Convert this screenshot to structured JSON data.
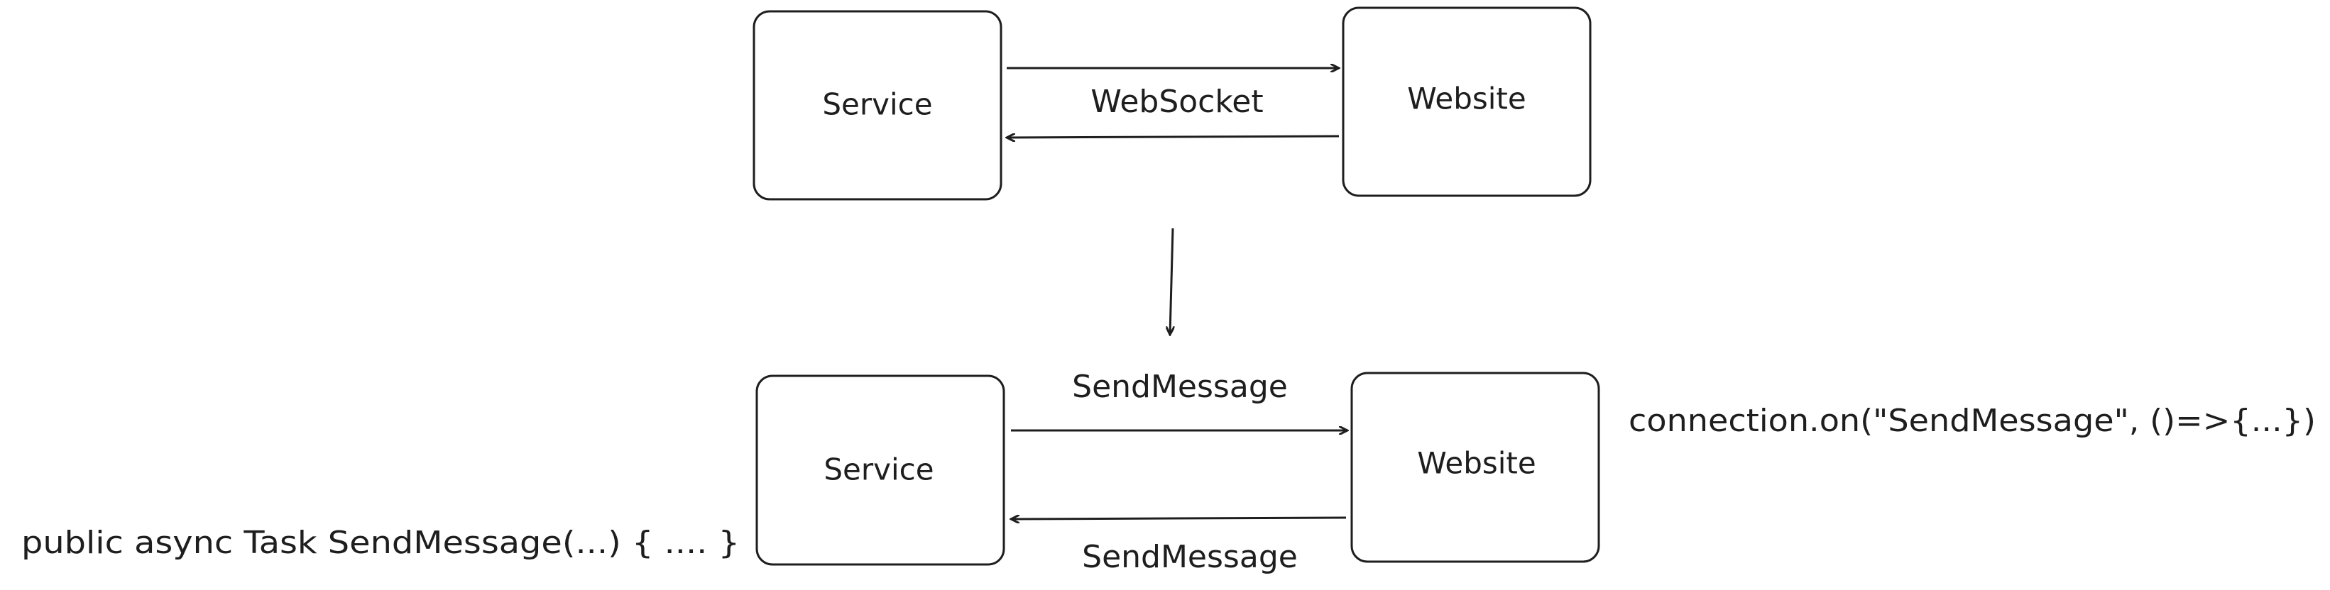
{
  "top": {
    "service_label": "Service",
    "website_label": "Website",
    "channel_label": "WebSocket"
  },
  "bottom": {
    "service_label": "Service",
    "website_label": "Website",
    "send_top_label": "SendMessage",
    "send_bottom_label": "SendMessage",
    "server_code": "public async Task SendMessage(...) { .... }",
    "client_code": "connection.on(\"SendMessage\", ()=>{...})"
  },
  "colors": {
    "stroke": "#1e1e1e",
    "background": "#ffffff"
  }
}
